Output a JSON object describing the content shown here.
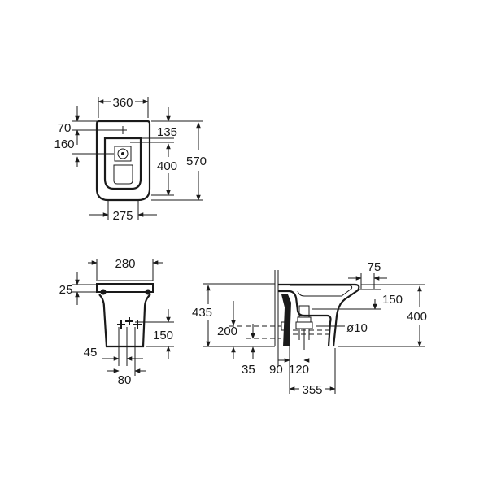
{
  "colors": {
    "ink": "#1a1a1a",
    "background": "#ffffff"
  },
  "top_view": {
    "width_360": "360",
    "offset_70": "70",
    "hole_135": "135",
    "offset_160": "160",
    "depth_400": "400",
    "length_570": "570",
    "base_275": "275"
  },
  "front_view": {
    "width_280": "280",
    "rim_25": "25",
    "height_150": "150",
    "offset_45": "45",
    "spacing_80": "80"
  },
  "side_view": {
    "dim_75": "75",
    "dim_150": "150",
    "height_435": "435",
    "height_400": "400",
    "dim_200": "200",
    "pipe_o10": "ø10",
    "dim_35": "35",
    "dim_90": "90",
    "dim_120": "120",
    "depth_355": "355"
  }
}
